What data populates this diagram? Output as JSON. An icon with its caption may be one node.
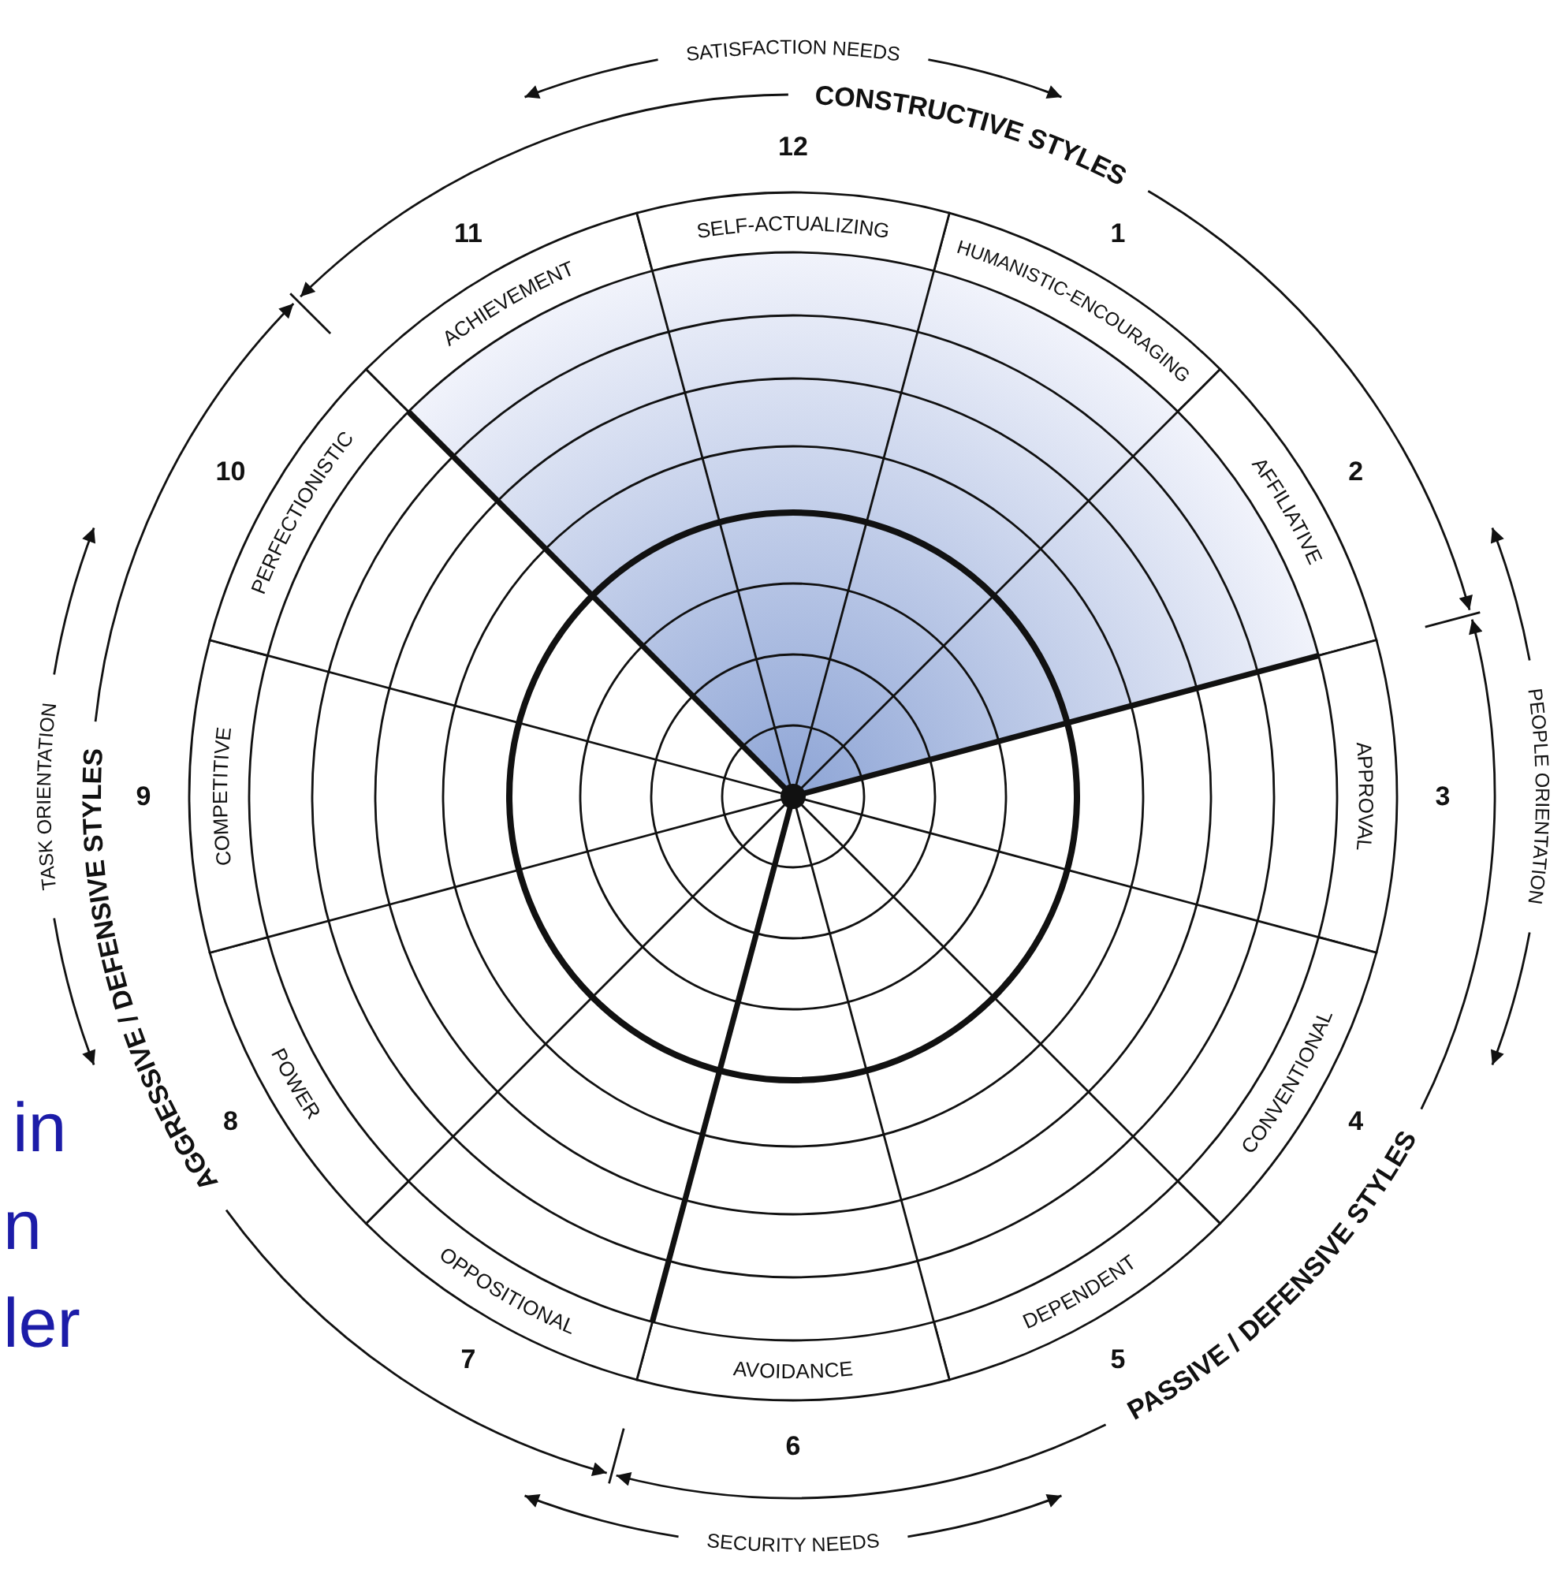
{
  "diagram": {
    "nodes": [
      {
        "text": [
          "HUMANISTIC-ENCOURAGING"
        ],
        "beside": [
          "1"
        ]
      },
      {
        "text": [
          "AFFILIATIVE"
        ],
        "beside": [
          "2"
        ]
      },
      {
        "text": [
          "APPROVAL"
        ],
        "beside": [
          "3"
        ]
      },
      {
        "text": [
          "CONVENTIONAL"
        ],
        "beside": [
          "4"
        ]
      },
      {
        "text": [
          "DEPENDENT"
        ],
        "beside": [
          "5"
        ]
      },
      {
        "text": [
          "AVOIDANCE"
        ],
        "beside": [
          "6"
        ]
      },
      {
        "text": [
          "OPPOSITIONAL"
        ],
        "beside": [
          "7"
        ]
      },
      {
        "text": [
          "POWER"
        ],
        "beside": [
          "8"
        ]
      },
      {
        "text": [
          "COMPETITIVE"
        ],
        "beside": [
          "9"
        ]
      },
      {
        "text": [
          "PERFECTIONISTIC"
        ],
        "beside": [
          "10"
        ]
      },
      {
        "text": [
          "ACHIEVEMENT"
        ],
        "beside": [
          "11"
        ]
      },
      {
        "text": [
          "SELF-ACTUALIZING"
        ],
        "beside": [
          "12"
        ]
      }
    ],
    "labels": [
      "SATISFACTION NEEDS",
      "CONSTRUCTIVE STYLES",
      "PEOPLE ORIENTATION",
      "PASSIVE / DEFENSIVE STYLES",
      "SECURITY NEEDS",
      "AGGRESSIVE / DEFENSIVE STYLES",
      "TASK ORIENTATION",
      "in",
      "n",
      "ler"
    ]
  }
}
